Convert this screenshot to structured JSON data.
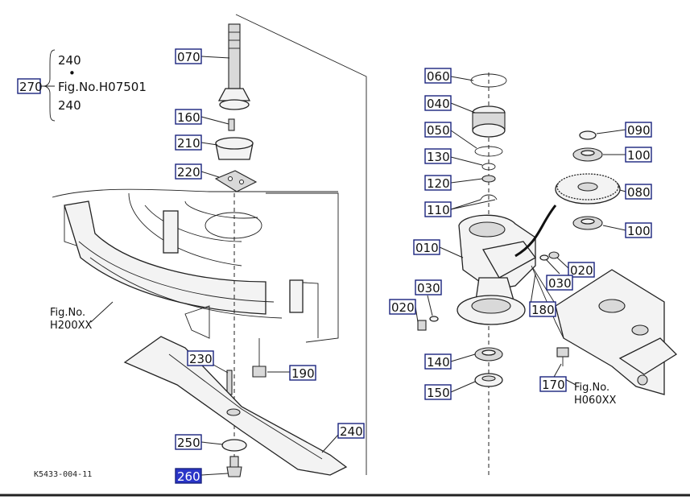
{
  "diagram": {
    "figure_code": "K5433-004-11",
    "callouts": {
      "c270": "270",
      "c070": "070",
      "c160": "160",
      "c210": "210",
      "c220": "220",
      "c230": "230",
      "c190": "190",
      "c250": "250",
      "c260": "260",
      "c240": "240",
      "c060": "060",
      "c040": "040",
      "c050": "050",
      "c130": "130",
      "c120": "120",
      "c110": "110",
      "c010": "010",
      "c030a": "030",
      "c020a": "020",
      "c140": "140",
      "c150": "150",
      "c090": "090",
      "c100a": "100",
      "c080": "080",
      "c100b": "100",
      "c020b": "020",
      "c030b": "030",
      "c180": "180",
      "c170": "170"
    },
    "bracket": {
      "top": "240",
      "dot": "•",
      "mid": "Fig.No.H07501",
      "bottom": "240"
    },
    "refs": {
      "h200_label": "Fig.No.",
      "h200_code": "H200XX",
      "h060_label": "Fig.No.",
      "h060_code": "H060XX"
    },
    "highlight_color": "#2a35c8"
  }
}
